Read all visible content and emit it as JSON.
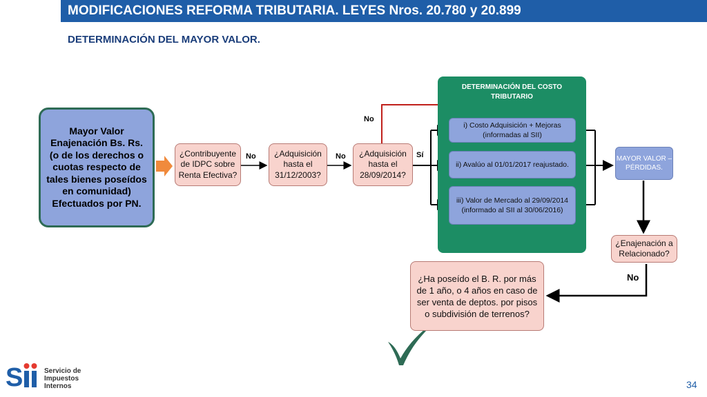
{
  "slide": {
    "title": "MODIFICACIONES REFORMA TRIBUTARIA. LEYES Nros. 20.780 y 20.899",
    "subtitle": "DETERMINACIÓN DEL MAYOR VALOR.",
    "page_number": "34"
  },
  "main_box": {
    "text": "Mayor Valor Enajenación Bs. Rs. (o de los derechos o cuotas respecto de tales bienes poseídos en comunidad) Efectuados por PN."
  },
  "questions": {
    "q1": "¿Contribuyente de IDPC sobre Renta Efectiva?",
    "q2": "¿Adquisición hasta el 31/12/2003?",
    "q3": "¿Adquisición hasta el 28/09/2014?",
    "q4": "¿Enajenación a Relacionado?",
    "q5": "¿Ha poseído el B. R. por más de 1 año, o 4 años en caso de ser venta de deptos. por pisos o subdivisión de terrenos?"
  },
  "labels": {
    "no_1": "No",
    "no_2": "No",
    "no_top": "No",
    "si": "Sí",
    "no_bottom": "No"
  },
  "cost_panel": {
    "title": "DETERMINACIÓN DEL COSTO TRIBUTARIO",
    "option_1": "i) Costo Adquisición + Mejoras (informadas al SII)",
    "option_2": "ii) Avalúo al 01/01/2017 reajustado.",
    "option_3": "iii) Valor de Mercado al 29/09/2014 (informado al SII al 30/06/2016)"
  },
  "result_box": {
    "text": "MAYOR VALOR – PÉRDIDAS."
  },
  "logo": {
    "mark": "Sii",
    "line1": "Servicio de",
    "line2": "Impuestos",
    "line3": "Internos"
  },
  "colors": {
    "title_bar": "#1f5ea8",
    "main_box": "#8ea4dc",
    "question_box": "#f8d3cd",
    "panel_green": "#1c8d64",
    "arrow_orange": "#f08a3c",
    "arrow_red": "#c0201b",
    "check": "#2e6b55"
  }
}
